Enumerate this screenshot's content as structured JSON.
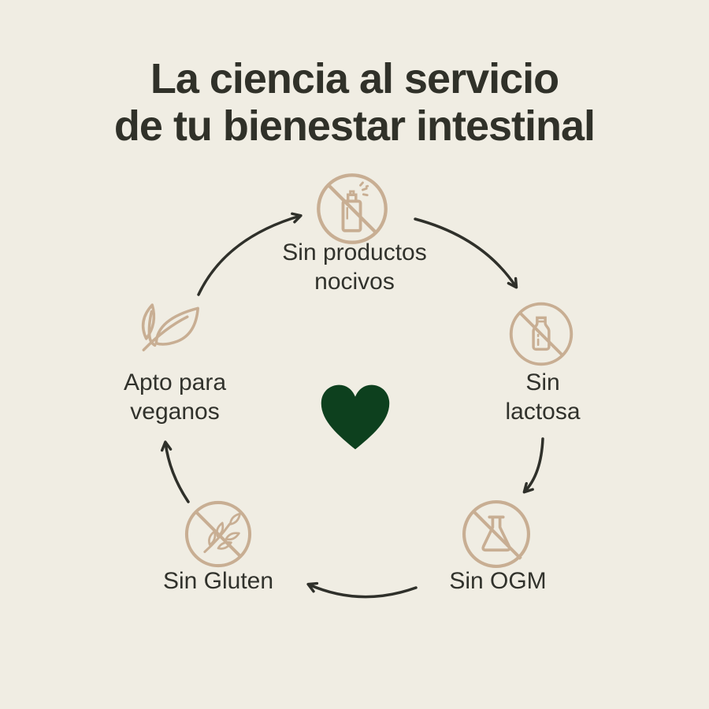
{
  "title": {
    "line1": "La ciencia al servicio",
    "line2": "de tu bienestar intestinal"
  },
  "items": [
    {
      "name": "sin-productos-nocivos",
      "icon": "no-spray-can-icon",
      "label_lines": [
        "Sin productos",
        "nocivos"
      ]
    },
    {
      "name": "sin-lactosa",
      "icon": "no-milk-bottle-icon",
      "label_lines": [
        "Sin",
        "lactosa"
      ]
    },
    {
      "name": "sin-ogm",
      "icon": "no-chemical-flask-icon",
      "label_lines": [
        "Sin OGM"
      ]
    },
    {
      "name": "sin-gluten",
      "icon": "no-wheat-icon",
      "label_lines": [
        "Sin Gluten"
      ]
    },
    {
      "name": "apto-para-veganos",
      "icon": "leaves-icon",
      "label_lines": [
        "Apto para",
        "veganos"
      ]
    }
  ],
  "center": {
    "icon": "heart-icon"
  },
  "colors": {
    "background": "#f0ede3",
    "icon_stroke": "#c8ae93",
    "text": "#31322c",
    "arrow": "#2f302a",
    "heart": "#0d401e"
  }
}
